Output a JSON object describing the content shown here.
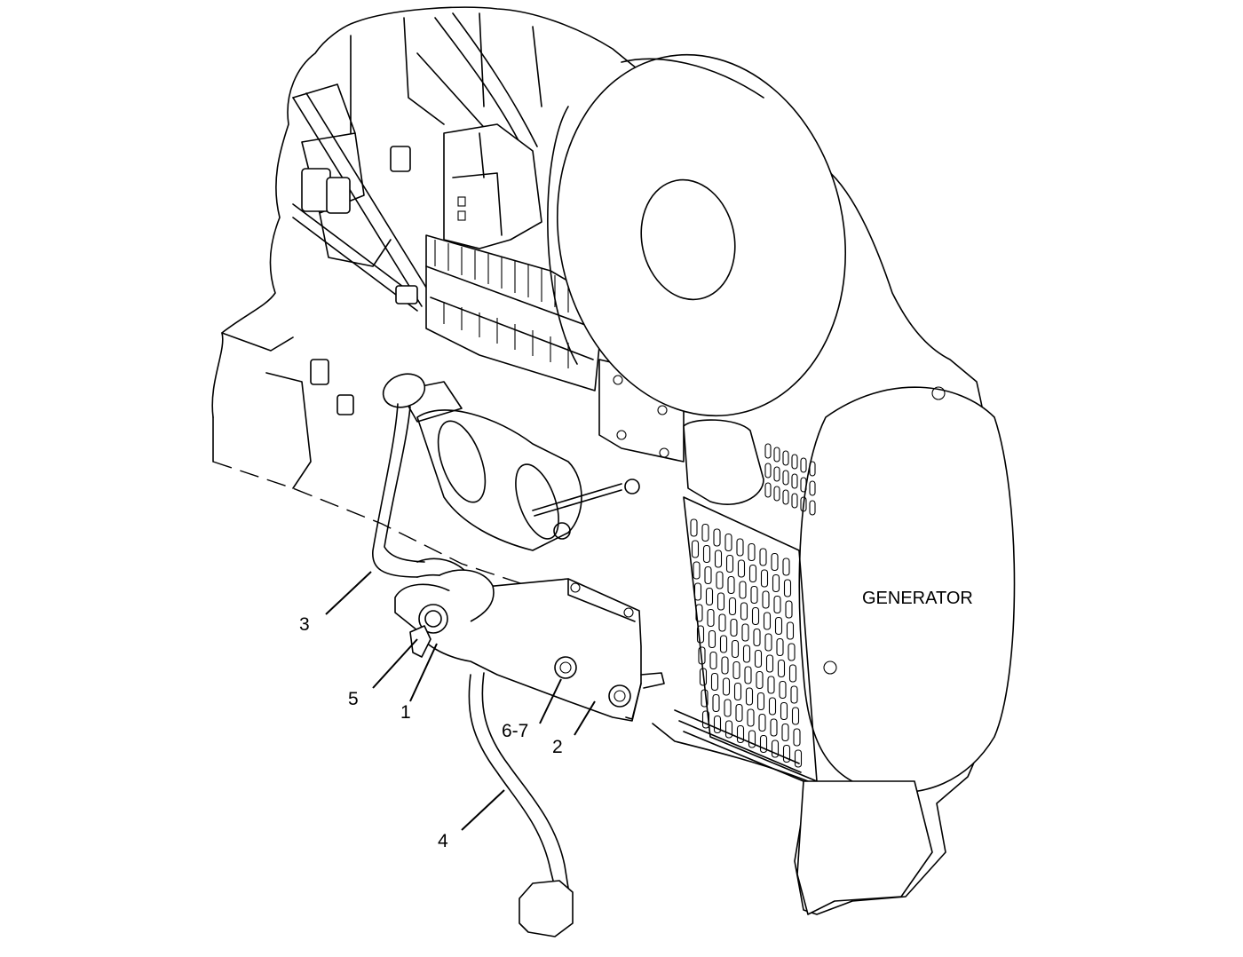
{
  "diagram": {
    "region_label": "GENERATOR",
    "callouts": {
      "c1": "1",
      "c2": "2",
      "c3": "3",
      "c4": "4",
      "c5": "5",
      "c67": "6-7"
    }
  }
}
